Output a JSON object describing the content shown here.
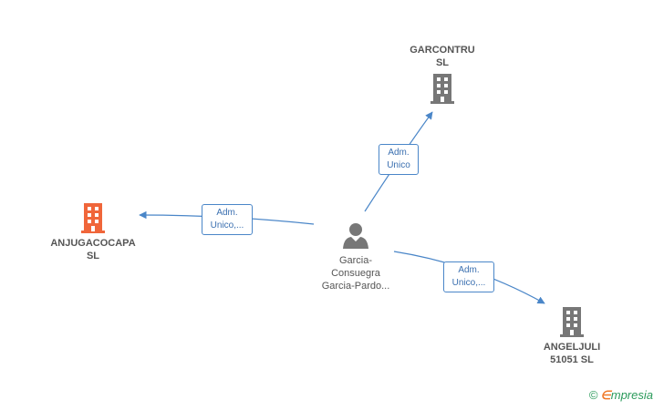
{
  "colors": {
    "edge": "#4a86c8",
    "company_main": "#f0663a",
    "company": "#777777",
    "person": "#777777"
  },
  "person": {
    "name_line1": "Garcia-",
    "name_line2": "Consuegra",
    "name_line3": "Garcia-Pardo...",
    "icon": "person-icon"
  },
  "companies": [
    {
      "id": "garcontru",
      "line1": "GARCONTRU",
      "line2": "SL",
      "icon": "building-icon"
    },
    {
      "id": "anjugacocapa",
      "line1": "ANJUGACOCAPA",
      "line2": "SL",
      "icon": "building-icon"
    },
    {
      "id": "angeljuli",
      "line1": "ANGELJULI",
      "line2": "51051  SL",
      "icon": "building-icon"
    }
  ],
  "edges": [
    {
      "line1": "Adm.",
      "line2": "Unico"
    },
    {
      "line1": "Adm.",
      "line2": "Unico,..."
    },
    {
      "line1": "Adm.",
      "line2": "Unico,..."
    }
  ],
  "brand": {
    "copyright": "©",
    "e": "∈",
    "text": "mpresia"
  }
}
